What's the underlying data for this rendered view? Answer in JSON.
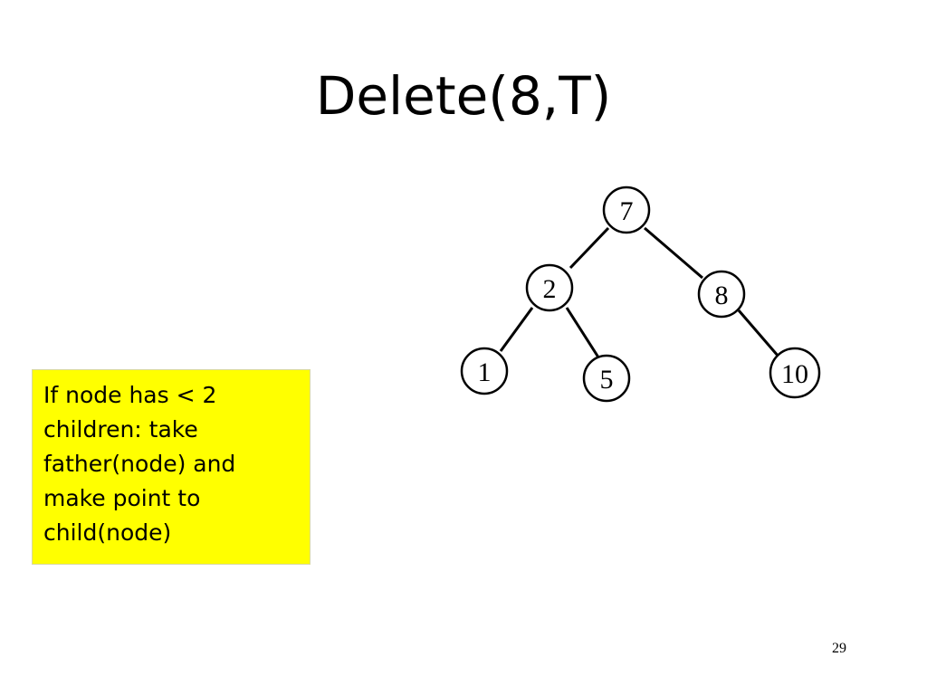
{
  "slide": {
    "title": "Delete(8,T)",
    "page_number": "29"
  },
  "tree": {
    "nodes": [
      {
        "id": "n7",
        "label": "7"
      },
      {
        "id": "n2",
        "label": "2"
      },
      {
        "id": "n8",
        "label": "8"
      },
      {
        "id": "n1",
        "label": "1"
      },
      {
        "id": "n5",
        "label": "5"
      },
      {
        "id": "n10",
        "label": "10"
      }
    ],
    "edges": [
      {
        "from": "7",
        "to": "2"
      },
      {
        "from": "7",
        "to": "8"
      },
      {
        "from": "2",
        "to": "1"
      },
      {
        "from": "2",
        "to": "5"
      },
      {
        "from": "8",
        "to": "10"
      }
    ]
  },
  "note": {
    "lines": [
      "If node has < 2",
      "children: take",
      "father(node) and",
      "make point to",
      "child(node)"
    ],
    "background_color": "#ffff00"
  }
}
